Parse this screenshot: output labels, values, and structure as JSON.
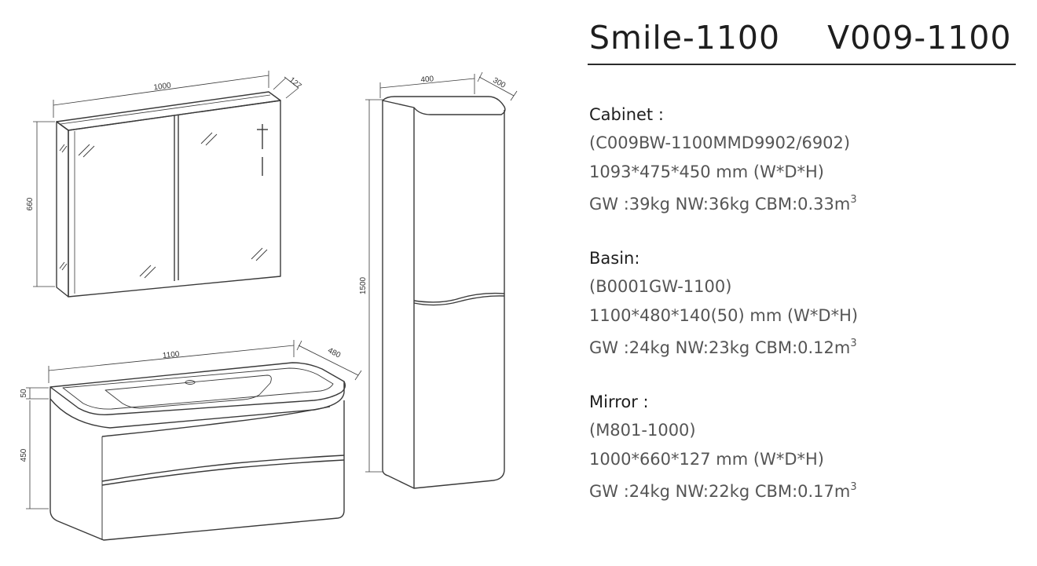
{
  "title": {
    "model": "Smile-1100",
    "code": "V009-1100"
  },
  "specs": [
    {
      "heading": "Cabinet :",
      "code": "(C009BW-1100MMD9902/6902)",
      "size": "1093*475*450 mm (W*D*H)",
      "weight": "GW :39kg  NW:36kg  CBM:0.33m",
      "unit_sup": "3"
    },
    {
      "heading": "Basin:",
      "code": "(B0001GW-1100)",
      "size": "1100*480*140(50) mm (W*D*H)",
      "weight": "GW :24kg  NW:23kg  CBM:0.12m",
      "unit_sup": "3"
    },
    {
      "heading": "Mirror :",
      "code": "(M801-1000)",
      "size": "1000*660*127 mm (W*D*H)",
      "weight": "GW :24kg  NW:22kg  CBM:0.17m",
      "unit_sup": "3"
    }
  ],
  "dimensions": {
    "mirror_width": "1000",
    "mirror_depth": "127",
    "mirror_height": "660",
    "column_width": "400",
    "column_depth": "300",
    "column_height": "1500",
    "basin_width": "1100",
    "basin_depth": "480",
    "basin_height": "50",
    "cabinet_height": "450"
  },
  "colors": {
    "line": "#3a3a3a",
    "text": "#555555",
    "heading": "#1e1e1e"
  }
}
